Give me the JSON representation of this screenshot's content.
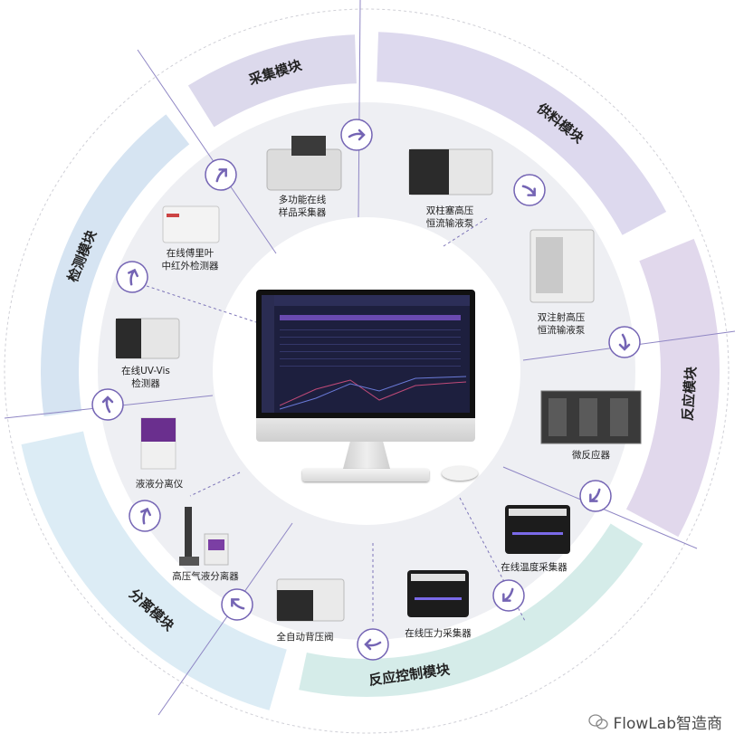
{
  "modules": {
    "caiji": "采集模块",
    "gongliao": "供料模块",
    "fanying": "反应模块",
    "fanying_kongzhi": "反应控制模块",
    "fenli": "分离模块",
    "jiance": "检测模块"
  },
  "devices": {
    "sampler": [
      "多功能在线",
      "样品采集器"
    ],
    "double_pump": [
      "双柱塞高压",
      "恒流输液泵"
    ],
    "injection_pump": [
      "双注射高压",
      "恒流输液泵"
    ],
    "micro_reactor": [
      "微反应器"
    ],
    "temp_collector": [
      "在线温度采集器"
    ],
    "pressure_collector": [
      "在线压力采集器"
    ],
    "back_pressure": [
      "全自动背压阀"
    ],
    "gas_liquid": [
      "高压气液分离器"
    ],
    "liquid_liquid": [
      "液液分离仪"
    ],
    "uv_vis": [
      "在线UV-Vis",
      "检测器"
    ],
    "ftir": [
      "在线傅里叶",
      "中红外检测器"
    ]
  },
  "watermark": "FlowLab智造商",
  "colors": {
    "caiji": "#dcd9ec",
    "gongliao": "#ddd9ee",
    "fanying": "#e1d8ec",
    "fanying_kongzhi": "#d5ece9",
    "fenli": "#dcecf5",
    "jiance": "#d6e4f2",
    "arrow": "#7464b4"
  }
}
